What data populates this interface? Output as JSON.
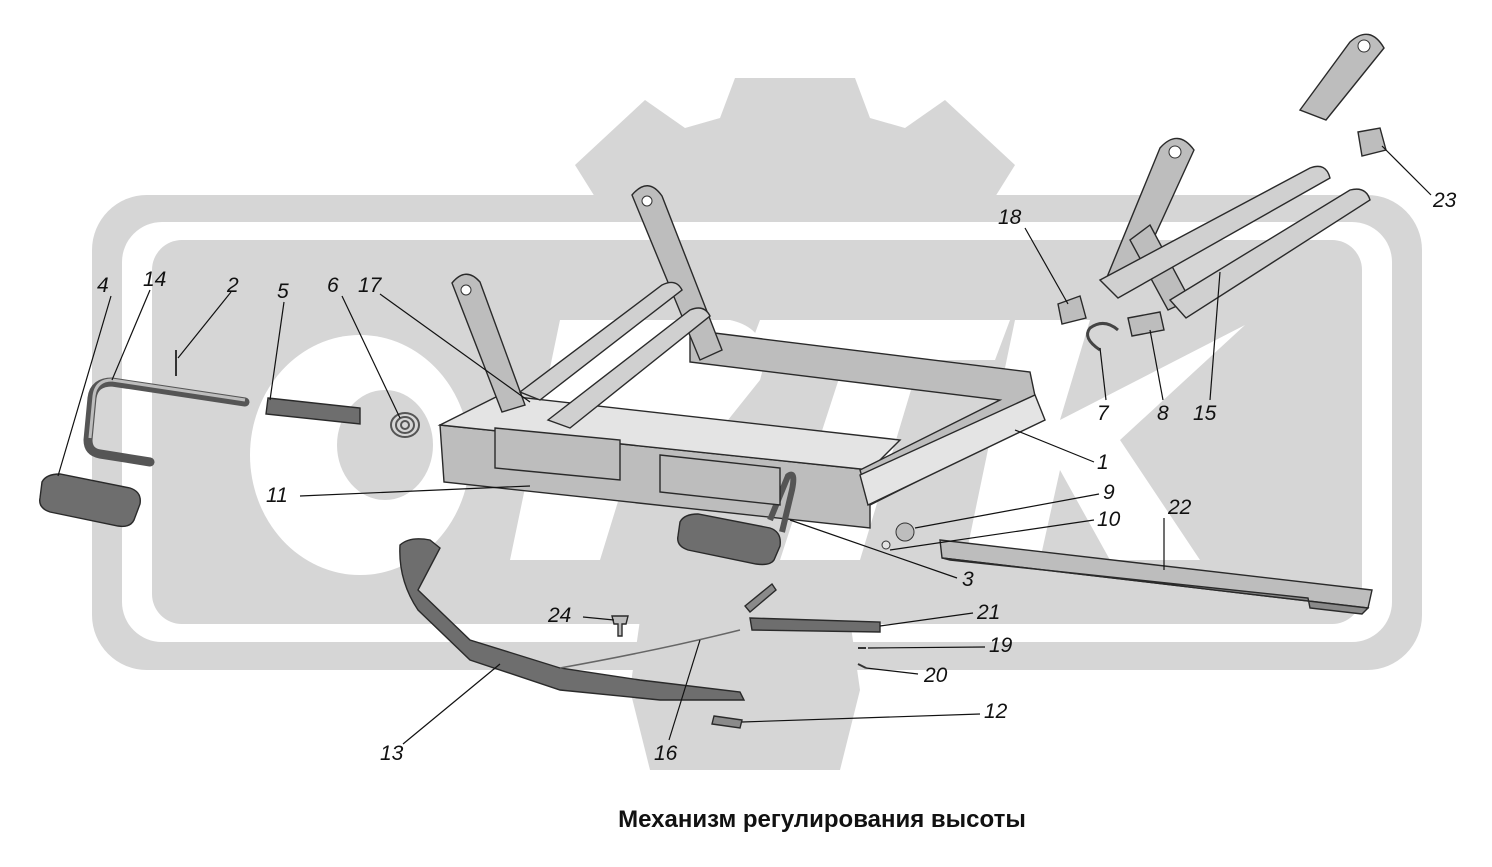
{
  "caption": "Механизм регулирования высоты",
  "callouts": {
    "p1": "1",
    "p2": "2",
    "p3": "3",
    "p4": "4",
    "p5": "5",
    "p6": "6",
    "p7": "7",
    "p8": "8",
    "p9": "9",
    "p10": "10",
    "p11": "11",
    "p12": "12",
    "p13": "13",
    "p14": "14",
    "p15": "15",
    "p16": "16",
    "p17": "17",
    "p18": "18",
    "p19": "19",
    "p20": "20",
    "p21": "21",
    "p22": "22",
    "p23": "23",
    "p24": "24"
  },
  "colors": {
    "watermark": "#d6d6d6",
    "part_fill": "#bdbdbd",
    "part_dark": "#6e6e6e",
    "part_light": "#e4e4e4",
    "ink": "#111111"
  }
}
